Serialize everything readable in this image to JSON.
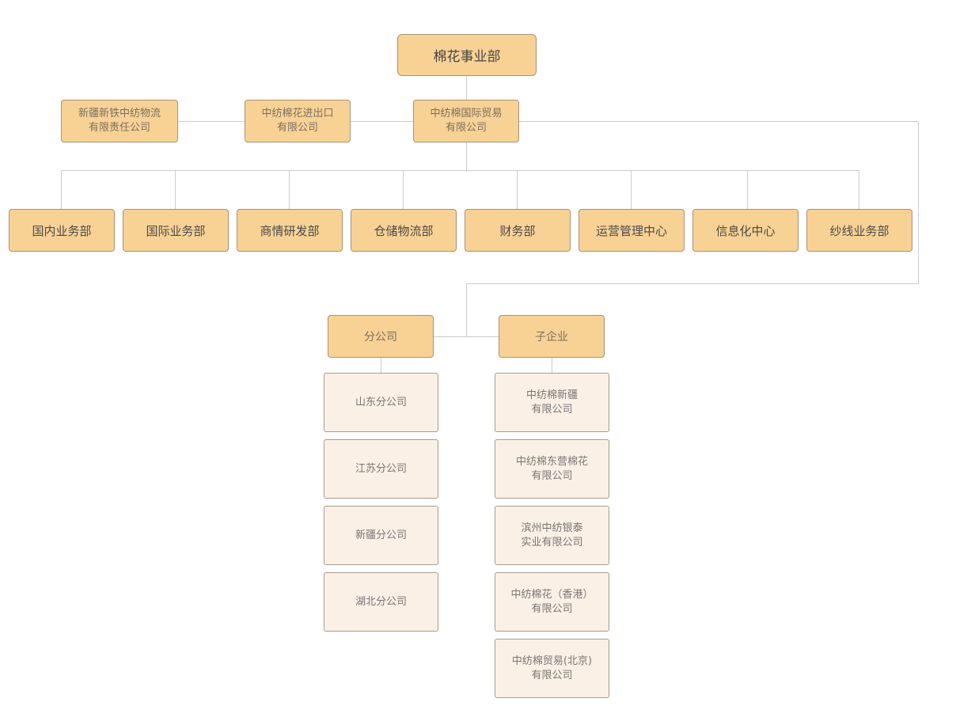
{
  "root": {
    "label": "棉花事业部"
  },
  "companies": [
    {
      "label": "新疆新铁中纺物流\n有限责任公司"
    },
    {
      "label": "中纺棉花进出口\n有限公司"
    },
    {
      "label": "中纺棉国际贸易\n有限公司"
    }
  ],
  "departments": [
    {
      "label": "国内业务部"
    },
    {
      "label": "国际业务部"
    },
    {
      "label": "商情研发部"
    },
    {
      "label": "仓储物流部"
    },
    {
      "label": "财务部"
    },
    {
      "label": "运营管理中心"
    },
    {
      "label": "信息化中心"
    },
    {
      "label": "纱线业务部"
    }
  ],
  "groups": {
    "branch": {
      "label": "分公司"
    },
    "subsidiary": {
      "label": "子企业"
    }
  },
  "branches": [
    {
      "label": "山东分公司"
    },
    {
      "label": "江苏分公司"
    },
    {
      "label": "新疆分公司"
    },
    {
      "label": "湖北分公司"
    }
  ],
  "subsidiaries": [
    {
      "label": "中纺棉新疆\n有限公司"
    },
    {
      "label": "中纺棉东营棉花\n有限公司"
    },
    {
      "label": "滨州中纺银泰\n实业有限公司"
    },
    {
      "label": "中纺棉花（香港）\n有限公司"
    },
    {
      "label": "中纺棉贸易(北京)\n有限公司"
    }
  ],
  "colors": {
    "primary_fill": "#f8d295",
    "secondary_fill": "#faf0e5",
    "connector": "#cccccc"
  }
}
